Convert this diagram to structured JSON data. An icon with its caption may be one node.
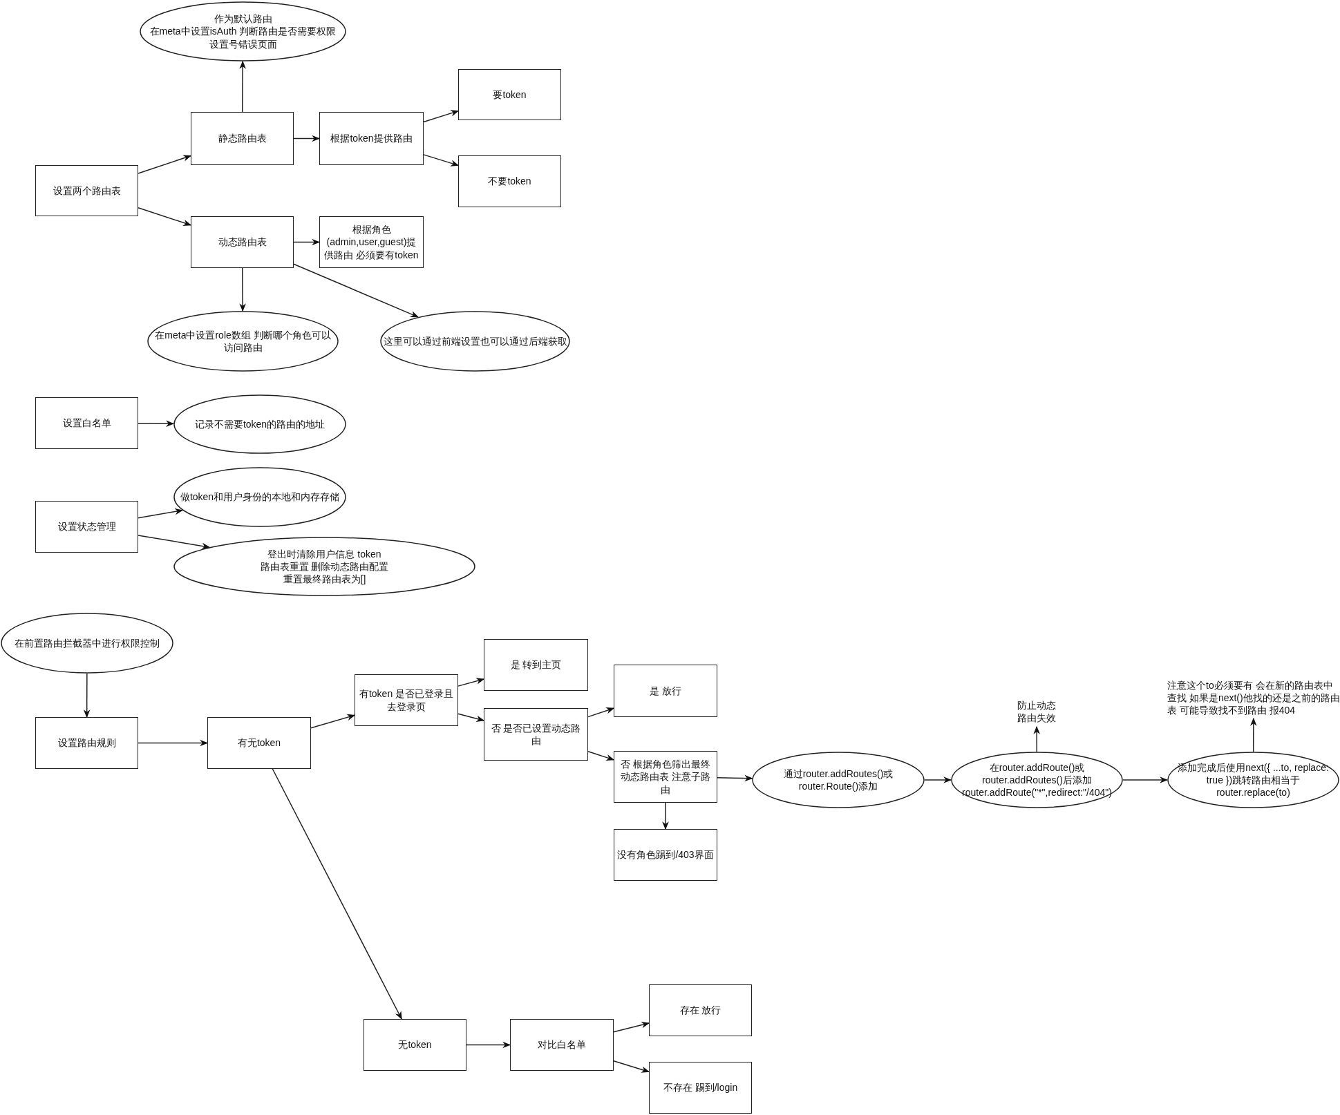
{
  "diagram": {
    "nodes": [
      {
        "text": [
          "设置两个路由表"
        ]
      },
      {
        "text": [
          "静态路由表"
        ]
      },
      {
        "text": [
          "作为默认路由",
          "在meta中设置isAuth 判断路由是否需要权限",
          "设置号错误页面"
        ]
      },
      {
        "text": [
          "根据token提供路由"
        ]
      },
      {
        "text": [
          "要token"
        ]
      },
      {
        "text": [
          "不要token"
        ]
      },
      {
        "text": [
          "动态路由表"
        ]
      },
      {
        "text": [
          "根据角色(admin,user,guest)提供路由 必须要有token"
        ]
      },
      {
        "text": [
          "在meta中设置role数组 判断哪个角色可以访问路由"
        ]
      },
      {
        "text": [
          "这里可以通过前端设置也可以通过后端获取"
        ]
      },
      {
        "text": [
          "设置白名单"
        ]
      },
      {
        "text": [
          "记录不需要token的路由的地址"
        ]
      },
      {
        "text": [
          "设置状态管理"
        ]
      },
      {
        "text": [
          "做token和用户身份的本地和内存存储"
        ]
      },
      {
        "text": [
          "登出时清除用户信息 token",
          "路由表重置 删除动态路由配置",
          "重置最终路由表为[]"
        ]
      },
      {
        "text": [
          "在前置路由拦截器中进行权限控制"
        ]
      },
      {
        "text": [
          "设置路由规则"
        ]
      },
      {
        "text": [
          "有无token"
        ]
      },
      {
        "text": [
          "有token 是否已登录且去登录页"
        ]
      },
      {
        "text": [
          "是 转到主页"
        ]
      },
      {
        "text": [
          "否 是否已设置动态路由"
        ]
      },
      {
        "text": [
          "是 放行"
        ]
      },
      {
        "text": [
          "否  根据角色筛出最终动态路由表 注意子路由"
        ]
      },
      {
        "text": [
          "没有角色踢到/403界面"
        ]
      },
      {
        "text": [
          "通过router.addRoutes()或router.Route()添加"
        ]
      },
      {
        "text": [
          "在router.addRoute()或router.addRoutes()后添加router.addRoute(\"*\",redirect:\"/404\")"
        ]
      },
      {
        "text": [
          "防止动态路由失效"
        ]
      },
      {
        "text": [
          "添加完成后使用next({ ...to, replace: true })跳转路由相当于router.replace(to)"
        ]
      },
      {
        "text": [
          "注意这个to必须要有 会在新的路由表中查找 如果是next()他找的还是之前的路由表 可能导致找不到路由 报404"
        ]
      },
      {
        "text": [
          "无token"
        ]
      },
      {
        "text": [
          "对比白名单"
        ]
      },
      {
        "text": [
          "存在 放行"
        ]
      },
      {
        "text": [
          "不存在 踢到/login"
        ]
      }
    ],
    "edges": [
      {
        "from": 0,
        "to": 1,
        "arrow": "to"
      },
      {
        "from": 0,
        "to": 6,
        "arrow": "to"
      },
      {
        "from": 1,
        "to": 2,
        "arrow": "to"
      },
      {
        "from": 1,
        "to": 3,
        "arrow": "to"
      },
      {
        "from": 3,
        "to": 4,
        "arrow": "to"
      },
      {
        "from": 3,
        "to": 5,
        "arrow": "to"
      },
      {
        "from": 6,
        "to": 7,
        "arrow": "to"
      },
      {
        "from": 6,
        "to": 8,
        "arrow": "to"
      },
      {
        "from": 6,
        "to": 9,
        "arrow": "to"
      },
      {
        "from": 10,
        "to": 11,
        "arrow": "to"
      },
      {
        "from": 12,
        "to": 13,
        "arrow": "to"
      },
      {
        "from": 12,
        "to": 14,
        "arrow": "to"
      },
      {
        "from": 15,
        "to": 16,
        "arrow": "to"
      },
      {
        "from": 16,
        "to": 17,
        "arrow": "to"
      },
      {
        "from": 17,
        "to": 18,
        "arrow": "to"
      },
      {
        "from": 17,
        "to": 29,
        "arrow": "to"
      },
      {
        "from": 18,
        "to": 19,
        "arrow": "to"
      },
      {
        "from": 18,
        "to": 20,
        "arrow": "to"
      },
      {
        "from": 20,
        "to": 21,
        "arrow": "to"
      },
      {
        "from": 20,
        "to": 22,
        "arrow": "to"
      },
      {
        "from": 22,
        "to": 23,
        "arrow": "to"
      },
      {
        "from": 22,
        "to": 24,
        "arrow": "to"
      },
      {
        "from": 24,
        "to": 25,
        "arrow": "to"
      },
      {
        "from": 25,
        "to": 26,
        "arrow": "to"
      },
      {
        "from": 25,
        "to": 27,
        "arrow": "to"
      },
      {
        "from": 27,
        "to": 28,
        "arrow": "to"
      },
      {
        "from": 29,
        "to": 30,
        "arrow": "to"
      },
      {
        "from": 30,
        "to": 31,
        "arrow": "to"
      },
      {
        "from": 30,
        "to": 32,
        "arrow": "to"
      }
    ]
  }
}
